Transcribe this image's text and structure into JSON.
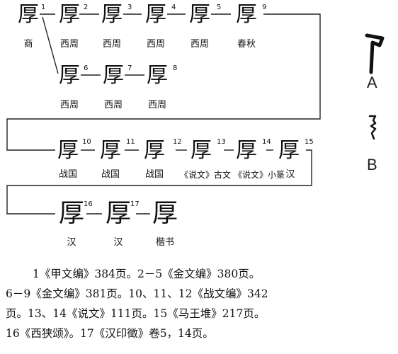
{
  "nodes": [
    {
      "id": "1",
      "glyph": "厚",
      "era": "商"
    },
    {
      "id": "2",
      "glyph": "厚",
      "era": "西周"
    },
    {
      "id": "3",
      "glyph": "厚",
      "era": "西周"
    },
    {
      "id": "4",
      "glyph": "厚",
      "era": "西周"
    },
    {
      "id": "5",
      "glyph": "厚",
      "era": "西周"
    },
    {
      "id": "9",
      "glyph": "厚",
      "era": "春秋"
    },
    {
      "id": "6",
      "glyph": "厚",
      "era": "西周"
    },
    {
      "id": "7",
      "glyph": "厚",
      "era": "西周"
    },
    {
      "id": "8",
      "glyph": "厚",
      "era": "西周"
    },
    {
      "id": "10",
      "glyph": "厚",
      "era": "战国"
    },
    {
      "id": "11",
      "glyph": "厚",
      "era": "战国"
    },
    {
      "id": "12",
      "glyph": "厚",
      "era": "战国"
    },
    {
      "id": "13",
      "glyph": "厚",
      "era": "《说文》古文"
    },
    {
      "id": "14",
      "glyph": "厚",
      "era": "《说文》小篆"
    },
    {
      "id": "15",
      "glyph": "厚",
      "era": "汉"
    },
    {
      "id": "16",
      "glyph": "厚",
      "era": "汉"
    },
    {
      "id": "17",
      "glyph": "厚",
      "era": "汉"
    },
    {
      "id": "",
      "glyph": "厚",
      "era": "楷书"
    }
  ],
  "side": {
    "label_a": "A",
    "label_b": "B"
  },
  "footnotes": [
    "1《甲文编》384页。2－5《金文编》380页。",
    "6－9《金文编》381页。10、11、12《战文编》342",
    "页。13、14《说文》111页。15《马王堆》217页。",
    "16《西狭颂》。17《汉印徵》卷5，14页。"
  ]
}
